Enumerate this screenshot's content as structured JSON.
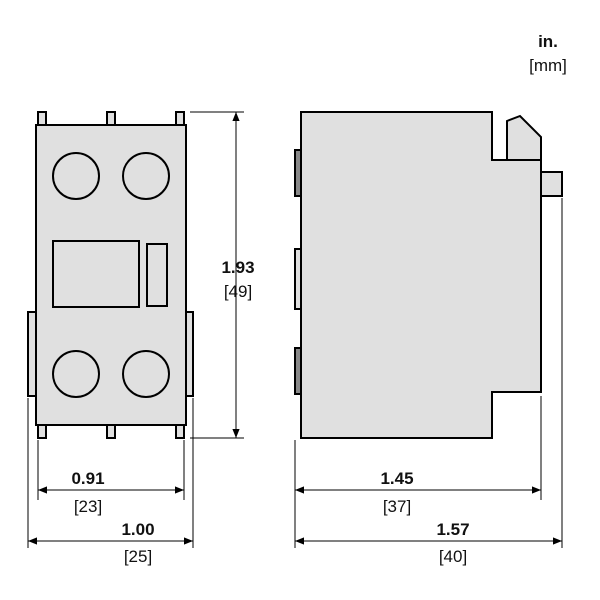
{
  "units": {
    "primary": "in.",
    "secondary": "[mm]"
  },
  "dimensions": {
    "front_height": {
      "in": "1.93",
      "mm": "[49]"
    },
    "front_inner_width": {
      "in": "0.91",
      "mm": "[23]"
    },
    "front_overall_width": {
      "in": "1.00",
      "mm": "[25]"
    },
    "side_body_depth": {
      "in": "1.45",
      "mm": "[37]"
    },
    "side_overall_depth": {
      "in": "1.57",
      "mm": "[40]"
    }
  },
  "colors": {
    "body_fill": "#e0e0e0",
    "line": "#000000",
    "background": "#ffffff"
  }
}
